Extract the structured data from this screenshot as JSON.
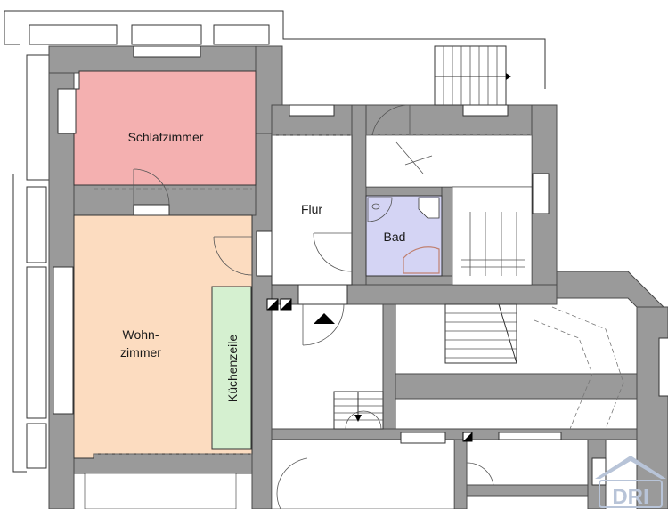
{
  "rooms": {
    "schlafzimmer": {
      "label": "Schlafzimmer",
      "color": "#f4b0b0"
    },
    "wohnzimmer": {
      "label_line1": "Wohn-",
      "label_line2": "zimmer",
      "color": "#fcdcc0"
    },
    "kuechenzeile": {
      "label": "Küchenzeile",
      "color": "#d5f0d0"
    },
    "flur": {
      "label": "Flur"
    },
    "bad": {
      "label": "Bad",
      "color": "#d4d4f4"
    }
  },
  "logo": {
    "text": "DRI"
  },
  "colors": {
    "wall": "#9a9a9a",
    "wall_stroke": "#4a4a4a",
    "logo": "#b8c4d8"
  }
}
